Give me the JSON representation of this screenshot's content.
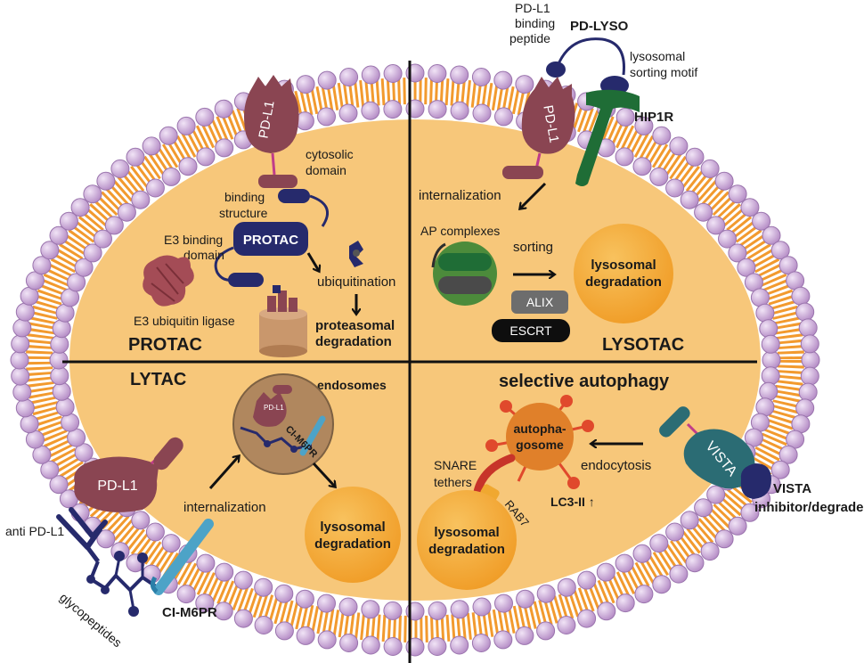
{
  "quadrants": {
    "protac": {
      "title": "PROTAC",
      "pd_l1": "PD-L1",
      "cytosolic_domain": [
        "cytosolic",
        "domain"
      ],
      "binding_structure": [
        "binding",
        "structure"
      ],
      "protac_label": "PROTAC",
      "e3_binding_domain": [
        "E3 binding",
        "domain"
      ],
      "e3_ligase": "E3 ubiquitin ligase",
      "ubiquitination": "ubiquitination",
      "proteasomal": [
        "proteasomal",
        "degradation"
      ]
    },
    "lysotac": {
      "title": "LYSOTAC",
      "pd_l1_binding_peptide": [
        "PD-L1",
        "binding",
        "peptide"
      ],
      "pd_lyso": "PD-LYSO",
      "lysosomal_sorting_motif": [
        "lysosomal",
        "sorting motif"
      ],
      "pd_l1": "PD-L1",
      "hip1r": "HIP1R",
      "internalization": "internalization",
      "ap_complexes": "AP  complexes",
      "sorting": "sorting",
      "lysosomal_degradation": [
        "lysosomal",
        "degradation"
      ],
      "alix": "ALIX",
      "escrt": "ESCRT"
    },
    "lytac": {
      "title": "LYTAC",
      "endosomes": "endosomes",
      "endo_pd_l1": "PD-L1",
      "endo_ci_m6pr": "CI-M6PR",
      "pd_l1": "PD-L1",
      "internalization": "internalization",
      "lysosomal_degradation": [
        "lysosomal",
        "degradation"
      ],
      "anti_pd_l1": "anti PD-L1",
      "glycopeptides": "glycopeptides",
      "ci_m6pr": "CI-M6PR"
    },
    "autophagy": {
      "title": "selective autophagy",
      "autophagosome": [
        "autopha-",
        "gosome"
      ],
      "endocytosis": "endocytosis",
      "snare": [
        "SNARE",
        "tethers"
      ],
      "lc3": "LC3-II ↑",
      "rab7": "RAB7",
      "lysosomal_degradation": [
        "lysosomal",
        "degradation"
      ],
      "vista": "VISTA",
      "vista_inhibitor": [
        "VISTA",
        "inhibitor/degrader"
      ]
    }
  },
  "colors": {
    "cytoplasm": "#f7c77a",
    "membrane_tail": "#f29a2e",
    "lipid_head": "#c9a6d6",
    "pd_l1": "#8a4552",
    "protac": "#262a6c",
    "hip1r": "#1f6d36",
    "lysosome": "#f5a93a",
    "autophagosome": "#e0802a",
    "autophagy_red": "#e0492c",
    "vista": "#2b6c74",
    "ci_m6pr": "#4da3c7",
    "endosome": "#b0875e"
  }
}
